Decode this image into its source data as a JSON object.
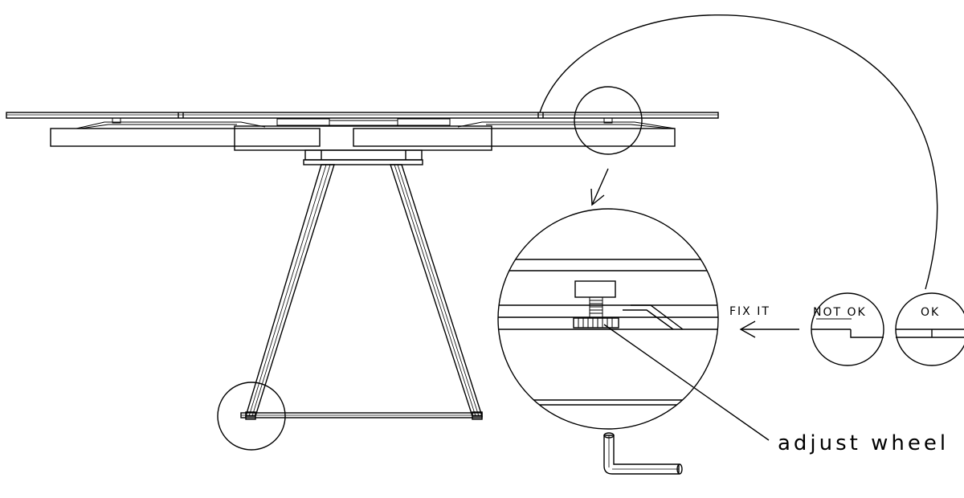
{
  "labels": {
    "fix_it": "FIX IT",
    "not_ok": "NOT OK",
    "ok": "OK",
    "adjust_wheel": "adjust wheel"
  },
  "colors": {
    "line": "#000000",
    "background": "#ffffff"
  }
}
